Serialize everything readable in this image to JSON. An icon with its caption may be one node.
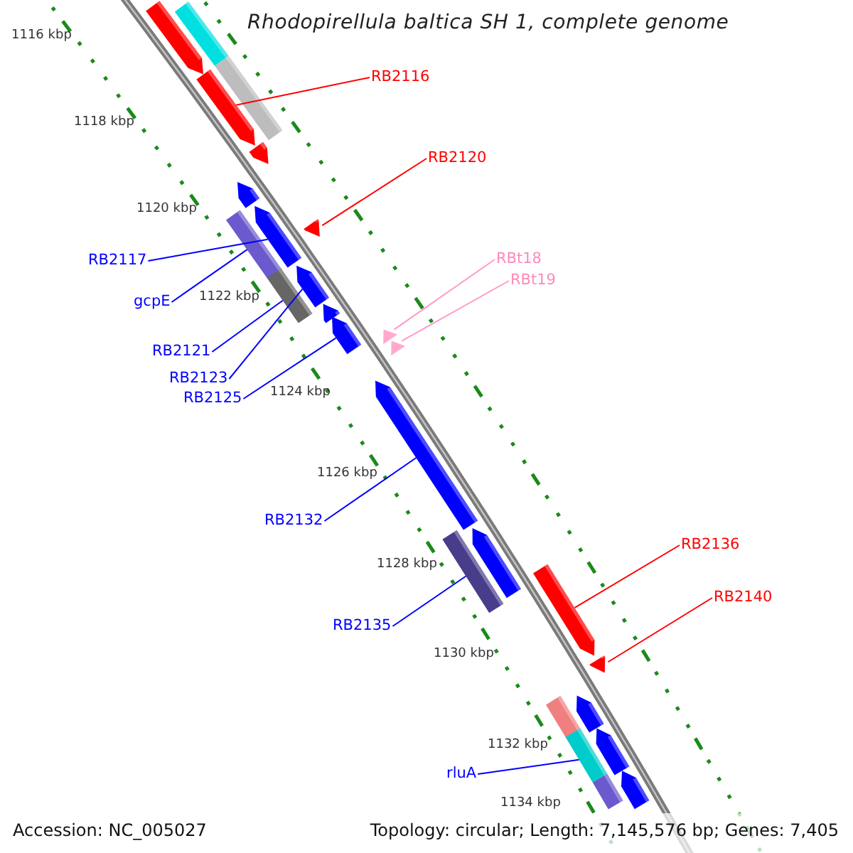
{
  "diagram": {
    "title": "Rhodopirellula baltica SH 1, complete genome",
    "nodes": [
      {
        "text": [
          "RB2116"
        ]
      },
      {
        "text": [
          "RB2120"
        ]
      },
      {
        "text": [
          "RBt18"
        ]
      },
      {
        "text": [
          "RBt19"
        ]
      },
      {
        "text": [
          "RB2117"
        ]
      },
      {
        "text": [
          "gcpE"
        ]
      },
      {
        "text": [
          "RB2121"
        ]
      },
      {
        "text": [
          "RB2123"
        ]
      },
      {
        "text": [
          "RB2125"
        ]
      },
      {
        "text": [
          "RB2132"
        ]
      },
      {
        "text": [
          "RB2135"
        ]
      },
      {
        "text": [
          "RB2136"
        ]
      },
      {
        "text": [
          "RB2140"
        ]
      },
      {
        "text": [
          "rluA"
        ]
      },
      {
        "text": [],
        "shape": "arrow"
      },
      {
        "text": [],
        "shape": "arrow"
      },
      {
        "text": [],
        "shape": "arrow"
      },
      {
        "text": [],
        "shape": "arrow"
      },
      {
        "text": [],
        "shape": "arrow"
      },
      {
        "text": [],
        "shape": "arrow"
      },
      {
        "text": [],
        "shape": "arrow"
      },
      {
        "text": [],
        "shape": "arrow"
      },
      {
        "text": [],
        "shape": "arrow"
      },
      {
        "text": [],
        "shape": "arrow"
      },
      {
        "text": [],
        "shape": "arrow"
      },
      {
        "text": [],
        "shape": "arrow"
      },
      {
        "text": [],
        "shape": "arrow"
      },
      {
        "text": [],
        "shape": "arrow"
      },
      {
        "text": [],
        "shape": "arrow"
      },
      {
        "text": [],
        "shape": "arrow"
      },
      {
        "text": [],
        "shape": "arrow"
      },
      {
        "text": [],
        "shape": "arrow"
      },
      {
        "text": [],
        "shape": "arrow"
      },
      {
        "text": [],
        "shape": "arrow"
      },
      {
        "text": [],
        "shape": "arrow"
      },
      {
        "text": [],
        "shape": "arrow"
      },
      {
        "text": [],
        "shape": "arrow"
      },
      {
        "text": [],
        "shape": "arrow"
      },
      {
        "text": [],
        "shape": "arrow"
      },
      {
        "text": [],
        "shape": "arrow"
      }
    ],
    "edges": [
      {
        "from": 0,
        "to": 17,
        "arrow": "none",
        "color": "#ff0000"
      },
      {
        "from": 1,
        "to": 22,
        "arrow": "none",
        "color": "#ff0000"
      },
      {
        "from": 2,
        "to": 27,
        "arrow": "none",
        "color": "#ff99cc"
      },
      {
        "from": 3,
        "to": 28,
        "arrow": "none",
        "color": "#ff99cc"
      },
      {
        "from": 4,
        "to": 20,
        "arrow": "none"
      },
      {
        "from": 5,
        "to": 21,
        "arrow": "none"
      },
      {
        "from": 6,
        "to": 24,
        "arrow": "none"
      },
      {
        "from": 7,
        "to": 23,
        "arrow": "none"
      },
      {
        "from": 8,
        "to": 26,
        "arrow": "none"
      },
      {
        "from": 9,
        "to": 29,
        "arrow": "none"
      },
      {
        "from": 10,
        "to": 31,
        "arrow": "none"
      },
      {
        "from": 11,
        "to": 32,
        "arrow": "none",
        "color": "#ff0000"
      },
      {
        "from": 12,
        "to": 33,
        "arrow": "none",
        "color": "#ff0000"
      },
      {
        "from": 13,
        "to": 37,
        "arrow": "none"
      }
    ],
    "labels": [
      "1116 kbp",
      "1118 kbp",
      "1120 kbp",
      "1122 kbp",
      "1124 kbp",
      "1126 kbp",
      "1128 kbp",
      "1130 kbp",
      "1132 kbp",
      "1134 kbp",
      "Accession: NC_005027",
      "Topology: circular; Length: 7,145,576 bp; Genes: 7,405"
    ]
  }
}
